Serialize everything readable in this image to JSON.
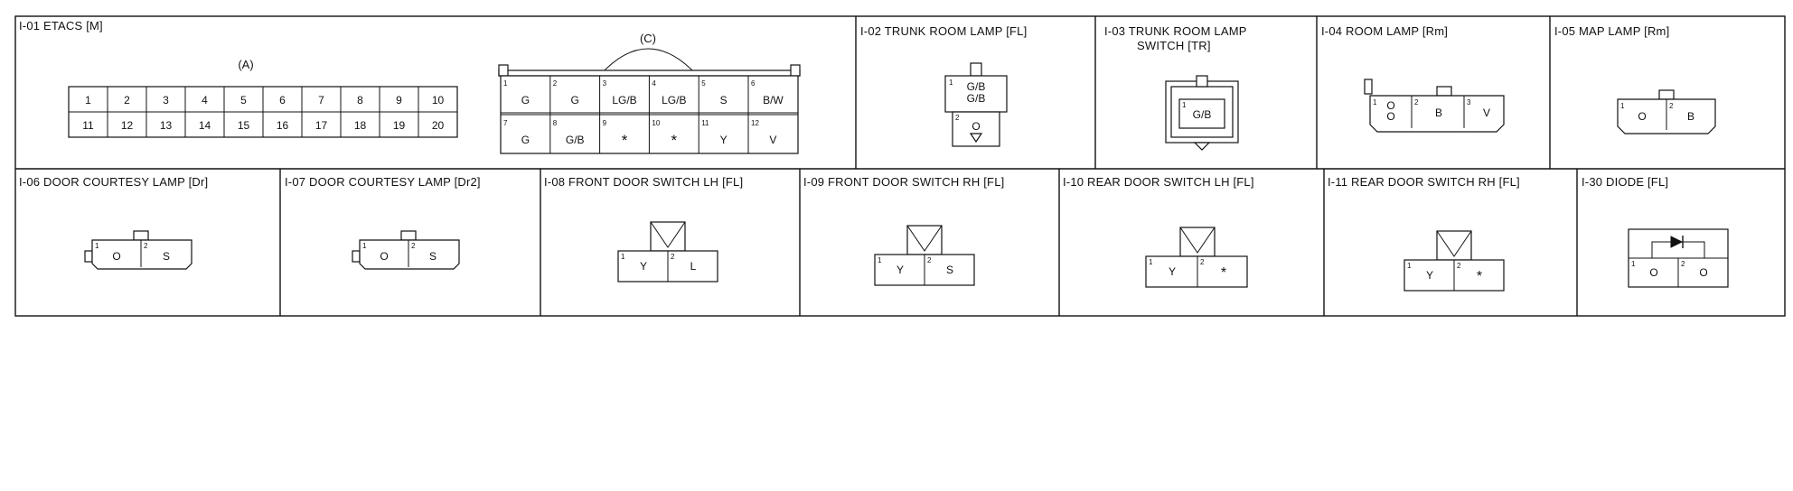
{
  "connectors": {
    "i01": {
      "title": "I-01 ETACS [M]",
      "label_a": "(A)",
      "label_c": "(C)",
      "a_row1": [
        "1",
        "2",
        "3",
        "4",
        "5",
        "6",
        "7",
        "8",
        "9",
        "10"
      ],
      "a_row2": [
        "11",
        "12",
        "13",
        "14",
        "15",
        "16",
        "17",
        "18",
        "19",
        "20"
      ],
      "c_row1": [
        {
          "num": "1",
          "wire": "G"
        },
        {
          "num": "2",
          "wire": "G"
        },
        {
          "num": "3",
          "wire": "LG/B"
        },
        {
          "num": "4",
          "wire": "LG/B"
        },
        {
          "num": "5",
          "wire": "S"
        },
        {
          "num": "6",
          "wire": "B/W"
        }
      ],
      "c_row2": [
        {
          "num": "7",
          "wire": "G"
        },
        {
          "num": "8",
          "wire": "G/B"
        },
        {
          "num": "9",
          "wire": "*"
        },
        {
          "num": "10",
          "wire": "*"
        },
        {
          "num": "11",
          "wire": "Y"
        },
        {
          "num": "12",
          "wire": "V"
        }
      ]
    },
    "i02": {
      "title": "I-02 TRUNK ROOM LAMP [FL]",
      "pins": [
        {
          "num": "1",
          "wire": "G/B"
        },
        {
          "num": "",
          "wire": "G/B"
        },
        {
          "num": "2",
          "wire": "O"
        }
      ]
    },
    "i03": {
      "title": "I-03 TRUNK ROOM LAMP",
      "title2": "SWITCH [TR]",
      "pins": [
        {
          "num": "1",
          "wire": "G/B"
        }
      ]
    },
    "i04": {
      "title": "I-04 ROOM LAMP [Rm]",
      "pins": [
        {
          "num": "1",
          "wire": "O"
        },
        {
          "num": "",
          "wire": "O"
        },
        {
          "num": "2",
          "wire": "B"
        },
        {
          "num": "3",
          "wire": "V"
        }
      ]
    },
    "i05": {
      "title": "I-05 MAP LAMP [Rm]",
      "pins": [
        {
          "num": "1",
          "wire": "O"
        },
        {
          "num": "2",
          "wire": "B"
        }
      ]
    },
    "i06": {
      "title": "I-06 DOOR COURTESY LAMP [Dr]",
      "pins": [
        {
          "num": "1",
          "wire": "O"
        },
        {
          "num": "2",
          "wire": "S"
        }
      ]
    },
    "i07": {
      "title": "I-07 DOOR COURTESY LAMP [Dr2]",
      "pins": [
        {
          "num": "1",
          "wire": "O"
        },
        {
          "num": "2",
          "wire": "S"
        }
      ]
    },
    "i08": {
      "title": "I-08 FRONT DOOR SWITCH LH [FL]",
      "pins": [
        {
          "num": "1",
          "wire": "Y"
        },
        {
          "num": "2",
          "wire": "L"
        }
      ]
    },
    "i09": {
      "title": "I-09 FRONT DOOR SWITCH RH [FL]",
      "pins": [
        {
          "num": "1",
          "wire": "Y"
        },
        {
          "num": "2",
          "wire": "S"
        }
      ]
    },
    "i10": {
      "title": "I-10 REAR DOOR SWITCH LH [FL]",
      "pins": [
        {
          "num": "1",
          "wire": "Y"
        },
        {
          "num": "2",
          "wire": "*"
        }
      ]
    },
    "i11": {
      "title": "I-11 REAR DOOR SWITCH RH [FL]",
      "pins": [
        {
          "num": "1",
          "wire": "Y"
        },
        {
          "num": "2",
          "wire": "*"
        }
      ]
    },
    "i30": {
      "title": "I-30 DIODE [FL]",
      "pins": [
        {
          "num": "1",
          "wire": "O"
        },
        {
          "num": "2",
          "wire": "O"
        }
      ]
    }
  }
}
